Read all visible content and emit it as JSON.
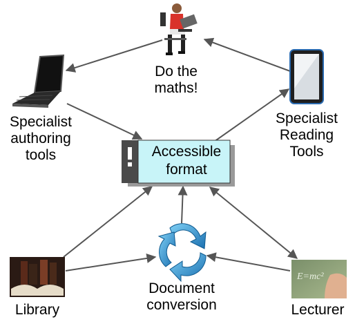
{
  "nodes": {
    "central": {
      "label": "Accessible\nformat"
    },
    "student": {
      "label": "Do the\nmaths!"
    },
    "authoring": {
      "label": "Specialist\nauthoring\ntools"
    },
    "reading": {
      "label": "Specialist\nReading\nTools"
    },
    "library": {
      "label": "Library"
    },
    "conversion": {
      "label": "Document\nconversion"
    },
    "lecturer": {
      "label": "Lecturer"
    }
  },
  "icons": {
    "student": "student-with-laptop-icon",
    "authoring": "laptop-icon",
    "reading": "tablet-icon",
    "central": "document-icon",
    "library": "books-icon",
    "conversion": "cycle-arrows-icon",
    "lecturer": "chalkboard-icon"
  },
  "colors": {
    "central_fill": "#c8f4f8",
    "central_dark": "#4a4a4a",
    "arrow": "#555555",
    "cycle_blue": "#1e88c8"
  }
}
